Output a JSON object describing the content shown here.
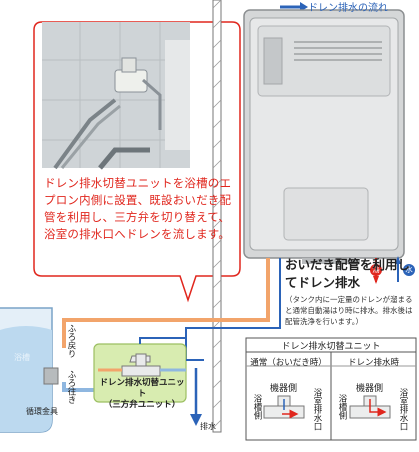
{
  "flow_label": "ドレン排水の流れ",
  "callout": {
    "text": "ドレン排水切替ユニットを浴槽のエプロン内側に設置、既設おいだき配管を利用し、三方弁を切り替えて、浴室の排水口へドレンを流します。"
  },
  "heater": {
    "drain_title": "おいだき配管を利用してドレン排水",
    "drain_note": "（タンク内に一定量のドレンが溜まると通常自動湯はり時に排水。排水後は配管洗浄を行います。）",
    "hot_badge": "湯",
    "water_badge": "水"
  },
  "bathtub": {
    "label": "浴槽",
    "return_label": "ふろ戻り",
    "outgoing_label": "ふろ往き",
    "fitting_label": "循環金具"
  },
  "unit": {
    "label_line1": "ドレン排水切替ユニット",
    "label_line2": "（三方弁ユニット）",
    "drain_label": "排水"
  },
  "legend": {
    "title": "ドレン排水切替ユニット",
    "normal": {
      "heading": "通常（おいだき時）",
      "device_side": "機器側",
      "tub_side": "浴槽側",
      "drain_side": "浴室排水口"
    },
    "drain": {
      "heading": "ドレン排水時",
      "device_side": "機器側",
      "tub_side": "浴槽側",
      "drain_side": "浴室排水口"
    }
  },
  "colors": {
    "red": "#e0261d",
    "blue": "#2b63b8",
    "pipe_hot": "#f2a46b",
    "pipe_water": "#8fb7e0",
    "unit_fill": "#d8ecb0",
    "tub_water": "#bcd9ef"
  }
}
